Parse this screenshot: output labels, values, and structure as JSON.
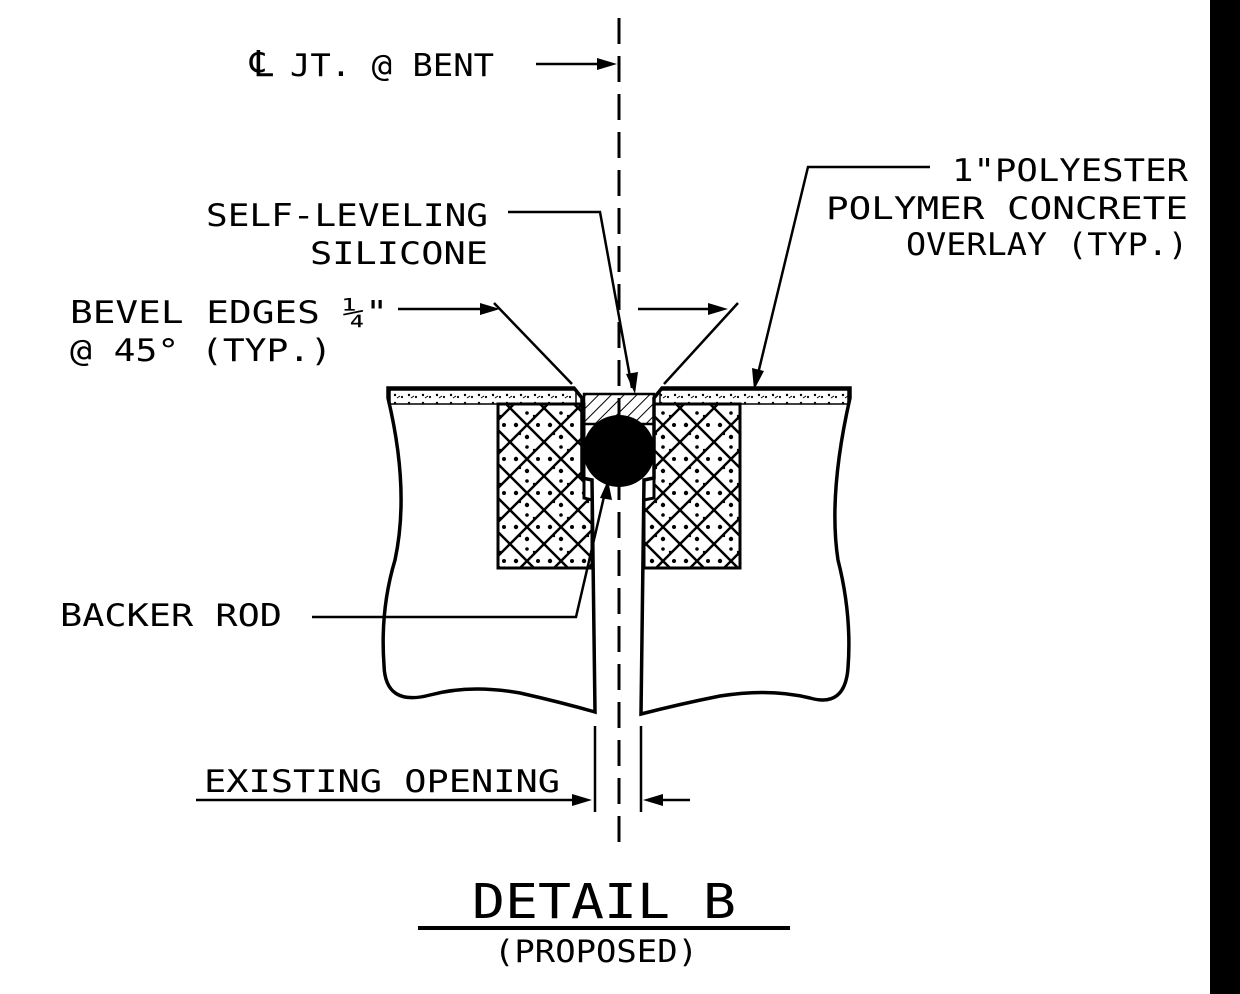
{
  "labels": {
    "centerline_symbol": "℄",
    "centerline": "JT. @ BENT",
    "self_leveling_1": "SELF-LEVELING",
    "self_leveling_2": "SILICONE",
    "overlay_1": "1\"POLYESTER",
    "overlay_2": "POLYMER CONCRETE",
    "overlay_3": "OVERLAY (TYP.)",
    "bevel_1": "BEVEL EDGES ¼\"",
    "bevel_2": "@ 45° (TYP.)",
    "backer_rod": "BACKER ROD",
    "existing_opening": "EXISTING OPENING"
  },
  "title": {
    "main": "DETAIL B",
    "sub": "(PROPOSED)"
  },
  "colors": {
    "ink": "#000000",
    "background": "#ffffff"
  }
}
